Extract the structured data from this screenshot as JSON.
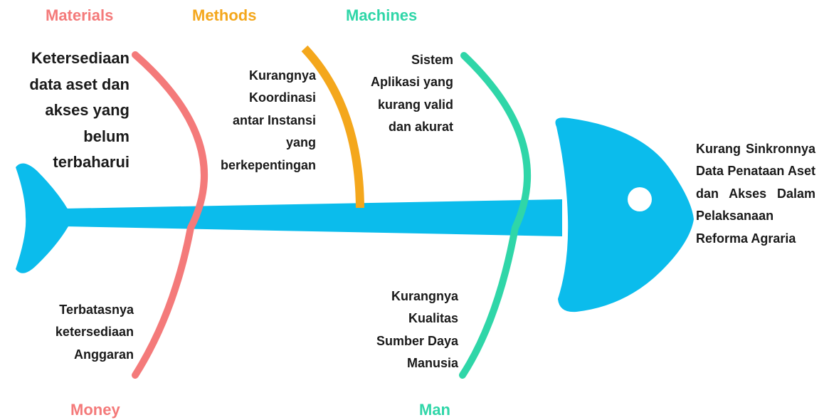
{
  "colors": {
    "fish": "#0bbcec",
    "materials": "#f47a7a",
    "methods": "#f4a71c",
    "machines": "#2fd6a8",
    "money": "#f47a7a",
    "man": "#2fd6a8"
  },
  "categories": {
    "materials": "Materials",
    "methods": "Methods",
    "machines": "Machines",
    "money": "Money",
    "man": "Man"
  },
  "causes": {
    "materials": "Ketersediaan\ndata aset dan\nakses yang\nbelum\nterbaharui",
    "methods": "Kurangnya\nKoordinasi\nantar Instansi\nyang\nberkepentingan",
    "machines": "Sistem\nAplikasi yang\nkurang valid\ndan akurat",
    "money": "Terbatasnya\nketersediaan\nAnggaran",
    "man": "Kurangnya\nKualitas\nSumber Daya\nManusia"
  },
  "effect": "Kurang Sinkronnya Data Penataan Aset dan Akses Dalam Pelaksanaan Reforma Agraria"
}
